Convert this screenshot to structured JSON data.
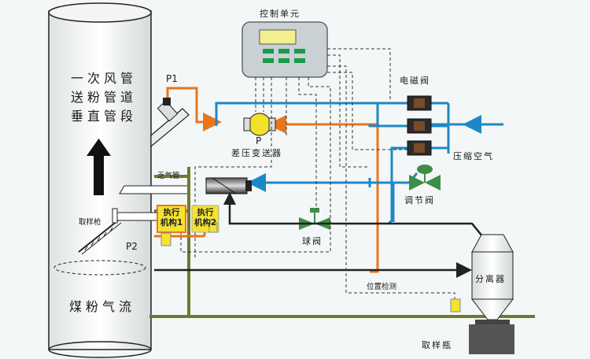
{
  "pipe": {
    "title_line1": "一次风管",
    "title_line2": "送粉管道",
    "title_line3": "垂直管段",
    "flow": "煤粉气流"
  },
  "labels": {
    "control_unit": "控制单元",
    "p1": "P1",
    "p2": "P2",
    "p": "P",
    "dp_transmitter": "差压变送器",
    "solenoid_valve": "电磁阀",
    "compressed_air": "压缩空气",
    "regulating_valve": "调节阀",
    "exhaust_pipe": "乏气管",
    "sampling_gun": "取样枪",
    "ball_valve": "球阀",
    "position_detect": "位置检测",
    "separator": "分离器",
    "sample_bottle": "取样瓶"
  },
  "actuators": [
    {
      "line1": "执行",
      "line2": "机构1"
    },
    {
      "line1": "执行",
      "line2": "机构2"
    }
  ],
  "colors": {
    "pressure_line": "#e8761c",
    "air_line": "#1d88c8",
    "frame": "#6e7a2e",
    "signal": "#222222",
    "actuator_fill": "#f3e330",
    "actuator_border": "#e8761c"
  }
}
